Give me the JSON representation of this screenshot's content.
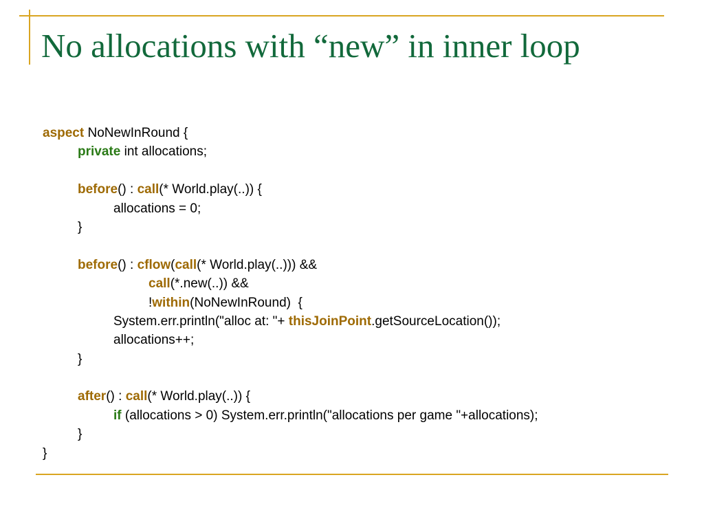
{
  "slide": {
    "title": "No allocations with “new” in inner loop",
    "colors": {
      "title": "#12693b",
      "frame": "#d9a521",
      "keyword_gold": "#9e6a04",
      "keyword_green": "#2a7a16"
    }
  },
  "code": {
    "l1": {
      "kw": "aspect",
      "rest": " NoNewInRound {"
    },
    "l2": {
      "kw": "private",
      "rest": " int allocations;"
    },
    "l4": {
      "kw1": "before",
      "mid": "() : ",
      "kw2": "call",
      "rest": "(* World.play(..)) {"
    },
    "l5": {
      "text": "allocations = 0;"
    },
    "l6": {
      "text": "}"
    },
    "l8": {
      "kw1": "before",
      "mid1": "() : ",
      "kw2": "cflow",
      "mid2": "(",
      "kw3": "call",
      "rest": "(* World.play(..))) &&"
    },
    "l9": {
      "kw": "call",
      "rest": "(*.new(..)) &&"
    },
    "l10": {
      "pre": "!",
      "kw": "within",
      "rest": "(NoNewInRound)  {"
    },
    "l11": {
      "pre": "System.err.println(\"alloc at: \"+ ",
      "kw": "thisJoinPoint",
      "rest": ".getSourceLocation());"
    },
    "l12": {
      "text": "allocations++;"
    },
    "l13": {
      "text": "}"
    },
    "l15": {
      "kw1": "after",
      "mid": "() : ",
      "kw2": "call",
      "rest": "(* World.play(..)) {"
    },
    "l16": {
      "kw": "if",
      "rest": " (allocations > 0) System.err.println(\"allocations per game \"+allocations);"
    },
    "l17": {
      "text": "}"
    },
    "l18": {
      "text": "}"
    }
  }
}
